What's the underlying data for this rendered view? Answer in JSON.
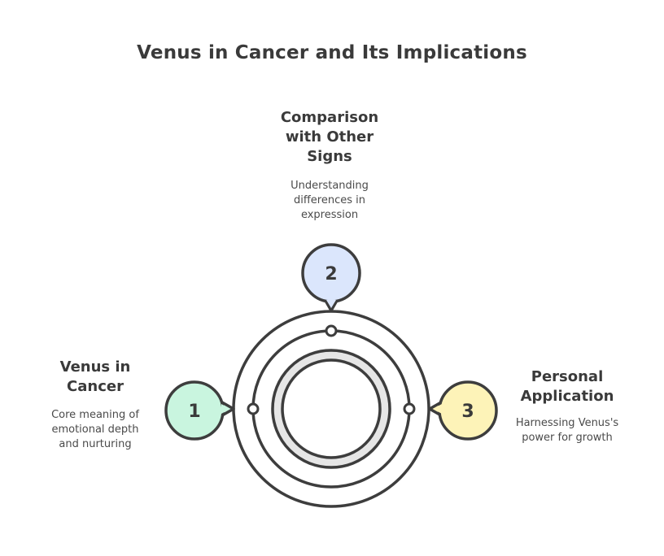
{
  "title": "Venus in Cancer and Its Implications",
  "steps": [
    {
      "number": "1",
      "title_lines": [
        "Venus in",
        "Cancer"
      ],
      "description_lines": [
        "Core meaning of",
        "emotional depth",
        "and nurturing"
      ],
      "color": "#c9f5df"
    },
    {
      "number": "2",
      "title_lines": [
        "Comparison",
        "with Other",
        "Signs"
      ],
      "description_lines": [
        "Understanding",
        "differences in",
        "expression"
      ],
      "color": "#dbe6fc"
    },
    {
      "number": "3",
      "title_lines": [
        "Personal",
        "Application"
      ],
      "description_lines": [
        "Harnessing Venus's",
        "power for growth"
      ],
      "color": "#fdf3b8"
    }
  ],
  "colors": {
    "outline": "#3d3d3d",
    "inner_shadow": "#e6e6e6"
  }
}
